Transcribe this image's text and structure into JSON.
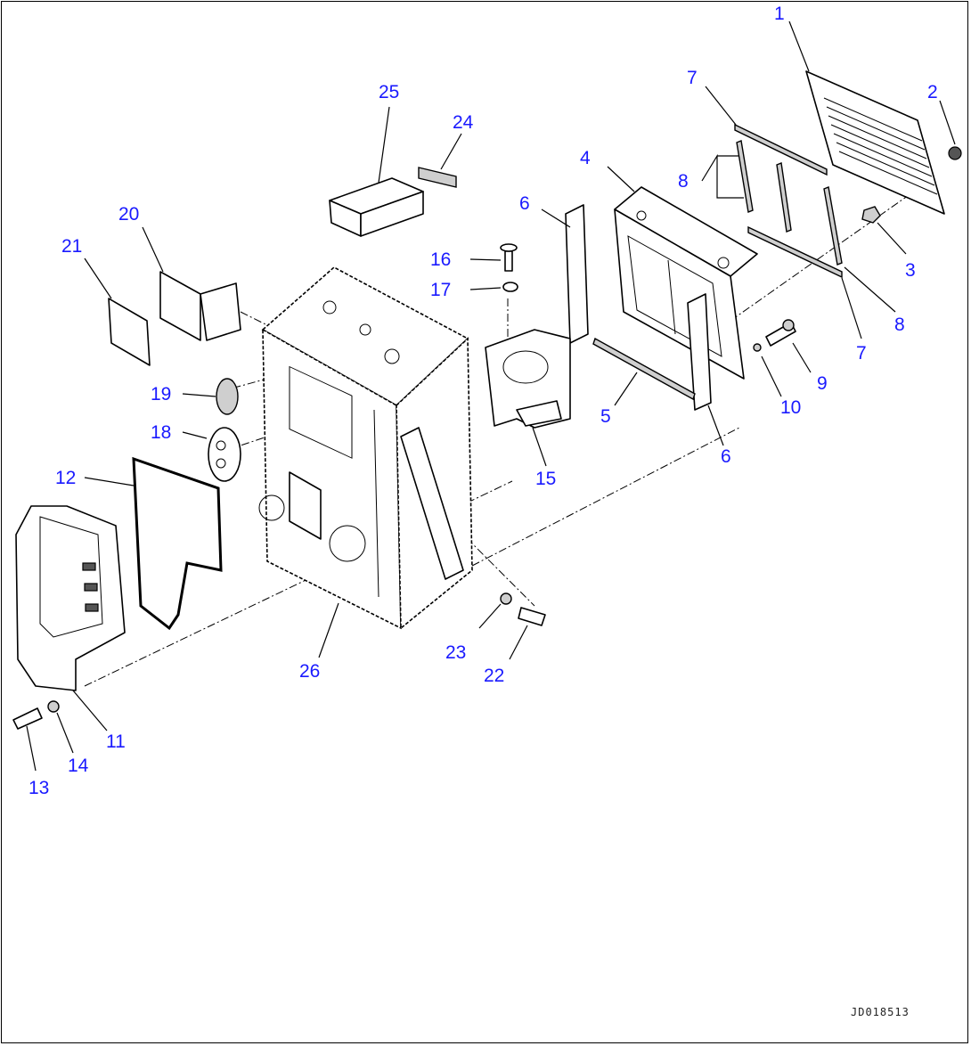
{
  "drawing_code": "JD018513",
  "callouts": [
    {
      "id": "c1",
      "label": "1"
    },
    {
      "id": "c2",
      "label": "2"
    },
    {
      "id": "c3",
      "label": "3"
    },
    {
      "id": "c4",
      "label": "4"
    },
    {
      "id": "c5",
      "label": "5"
    },
    {
      "id": "c6a",
      "label": "6"
    },
    {
      "id": "c6b",
      "label": "6"
    },
    {
      "id": "c7a",
      "label": "7"
    },
    {
      "id": "c7b",
      "label": "7"
    },
    {
      "id": "c8a",
      "label": "8"
    },
    {
      "id": "c8b",
      "label": "8"
    },
    {
      "id": "c9",
      "label": "9"
    },
    {
      "id": "c10",
      "label": "10"
    },
    {
      "id": "c11",
      "label": "11"
    },
    {
      "id": "c12",
      "label": "12"
    },
    {
      "id": "c13",
      "label": "13"
    },
    {
      "id": "c14",
      "label": "14"
    },
    {
      "id": "c15",
      "label": "15"
    },
    {
      "id": "c16",
      "label": "16"
    },
    {
      "id": "c17",
      "label": "17"
    },
    {
      "id": "c18",
      "label": "18"
    },
    {
      "id": "c19",
      "label": "19"
    },
    {
      "id": "c20",
      "label": "20"
    },
    {
      "id": "c21",
      "label": "21"
    },
    {
      "id": "c22",
      "label": "22"
    },
    {
      "id": "c23",
      "label": "23"
    },
    {
      "id": "c24",
      "label": "24"
    },
    {
      "id": "c25",
      "label": "25"
    },
    {
      "id": "c26",
      "label": "26"
    }
  ]
}
